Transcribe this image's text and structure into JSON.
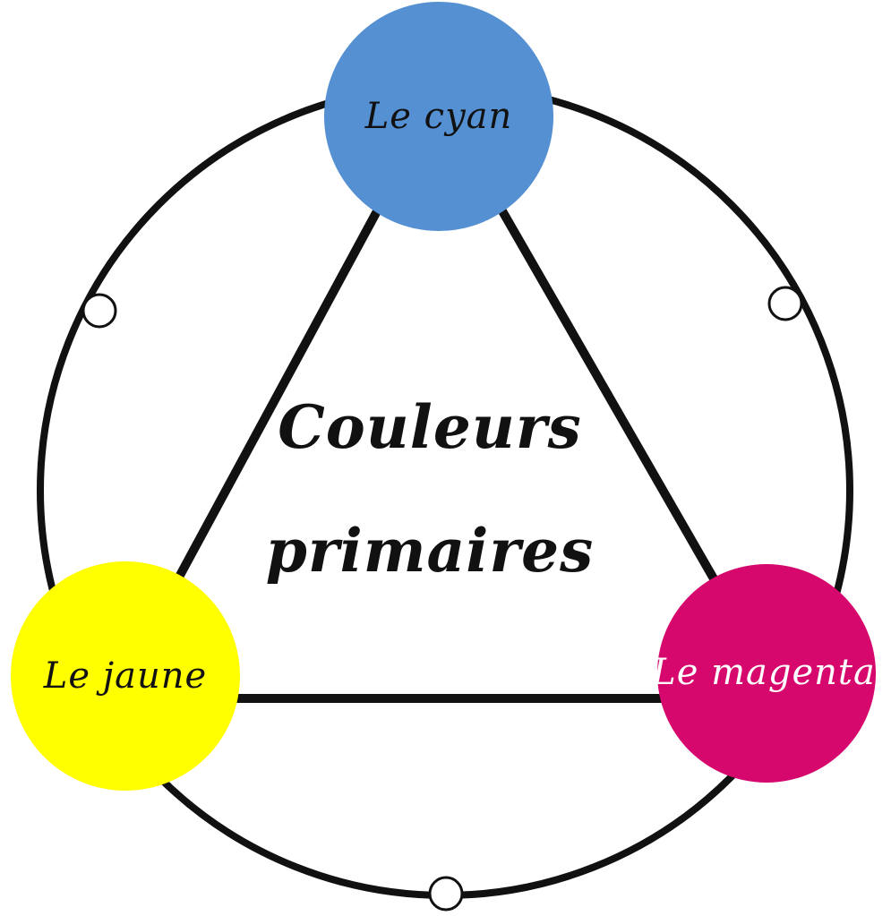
{
  "title": {
    "line1": "Couleurs",
    "line2": "primaires"
  },
  "nodes": {
    "cyan": {
      "label": "Le cyan",
      "fill": "#5490d2",
      "text_color": "#111111"
    },
    "jaune": {
      "label": "Le jaune",
      "fill": "#ffff00",
      "text_color": "#111111"
    },
    "magenta": {
      "label": "Le magenta",
      "fill": "#d6076d",
      "text_color": "#ffffff"
    }
  },
  "colors": {
    "stroke": "#111111",
    "background": "#ffffff",
    "connector_fill": "#ffffff"
  }
}
